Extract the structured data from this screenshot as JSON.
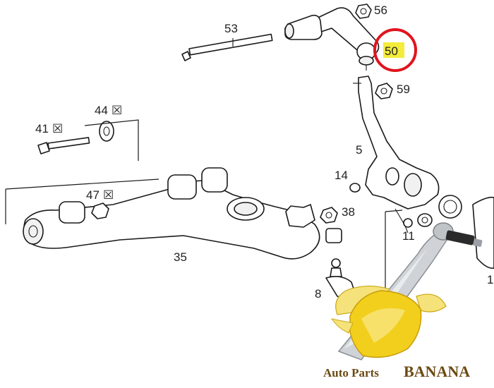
{
  "callouts": {
    "c53": "53",
    "c56": "56",
    "c50": "50",
    "c59": "59",
    "c41": "41",
    "c44": "44",
    "c5": "5",
    "c14": "14",
    "c47": "47",
    "c38": "38",
    "c11": "11",
    "c35": "35",
    "c8": "8",
    "c1": "1"
  },
  "highlight": {
    "label": "50",
    "circle_color": "#e0141e",
    "fill_color": "#f3ec3a"
  },
  "brand": {
    "text_left": "Auto Parts",
    "text_right": "BANANA",
    "color_text": "#6b4a12",
    "color_banana": "#f2cf1c"
  },
  "icons": {
    "circle_x_mark": "☒"
  }
}
